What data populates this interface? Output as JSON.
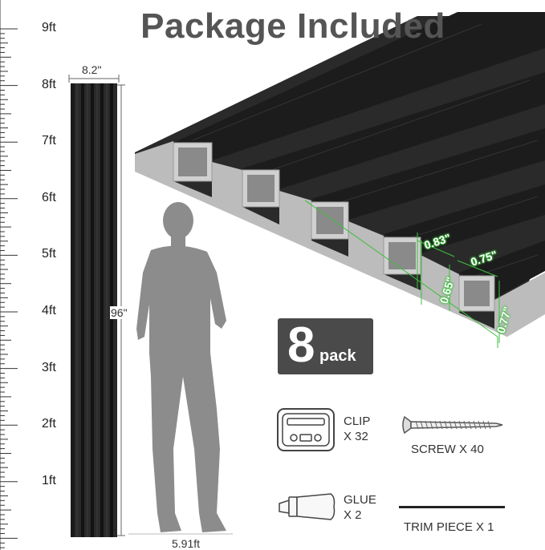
{
  "title": "Package Included",
  "ruler": {
    "labels": [
      "9ft",
      "8ft",
      "7ft",
      "6ft",
      "5ft",
      "4ft",
      "3ft",
      "2ft",
      "1ft"
    ]
  },
  "panel": {
    "width_label": "8.2\"",
    "height_label": "96\""
  },
  "person": {
    "height_label": "5.91ft"
  },
  "profile_dimensions": {
    "a": "0.83\"",
    "b": "0.75\"",
    "c": "0.65\"",
    "d": "0.77\""
  },
  "pack": {
    "count": "8",
    "word": "pack"
  },
  "accessories": {
    "clip_name": "CLIP",
    "clip_qty": "X 32",
    "screw": "SCREW X 40",
    "glue_name": "GLUE",
    "glue_qty": "X 2",
    "trim": "TRIM PIECE X 1"
  },
  "colors": {
    "panel": "#2b2b2b",
    "accent_green": "#3cbf3c",
    "badge": "#4a4a4a",
    "silhouette": "#8c8c8c"
  }
}
